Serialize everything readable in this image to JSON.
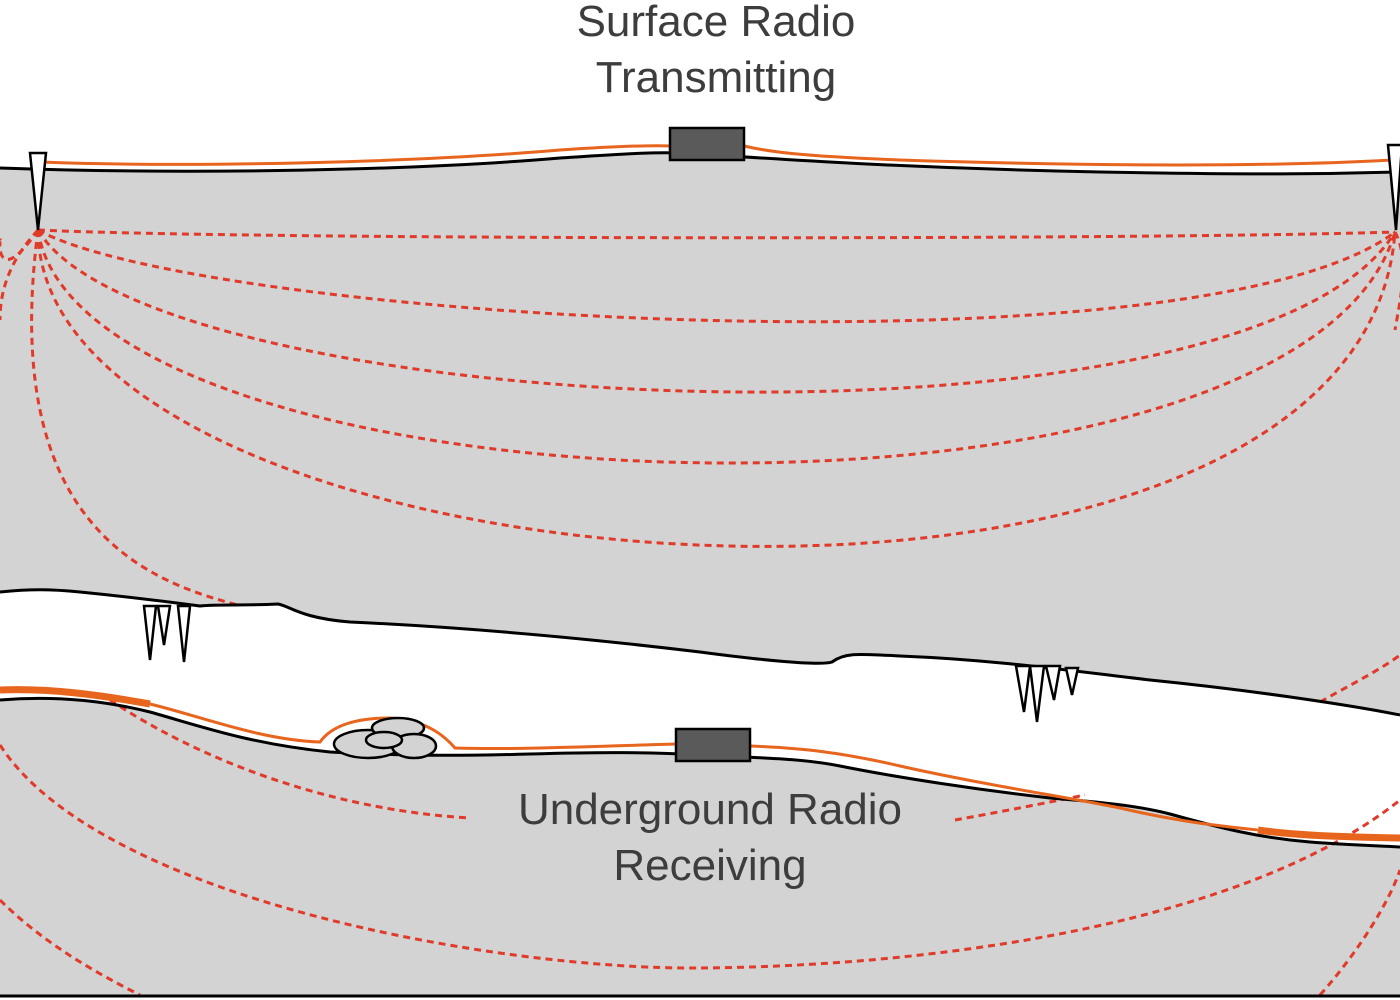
{
  "surface_label": {
    "line1": "Surface Radio",
    "line2": "Transmitting"
  },
  "underground_label": {
    "line1": "Underground Radio",
    "line2": "Receiving"
  },
  "colors": {
    "rock": "#d3d3d3",
    "cave": "#ffffff",
    "outline": "#000000",
    "antenna_wire": "#e8651e",
    "field_lines": "#e03a2a",
    "radio_box": "#5a5a5a",
    "text": "#3d3d3d"
  },
  "icons": [
    "ground-stake-icon",
    "radio-box-icon",
    "stalactite-icon",
    "rock-pile-icon"
  ]
}
